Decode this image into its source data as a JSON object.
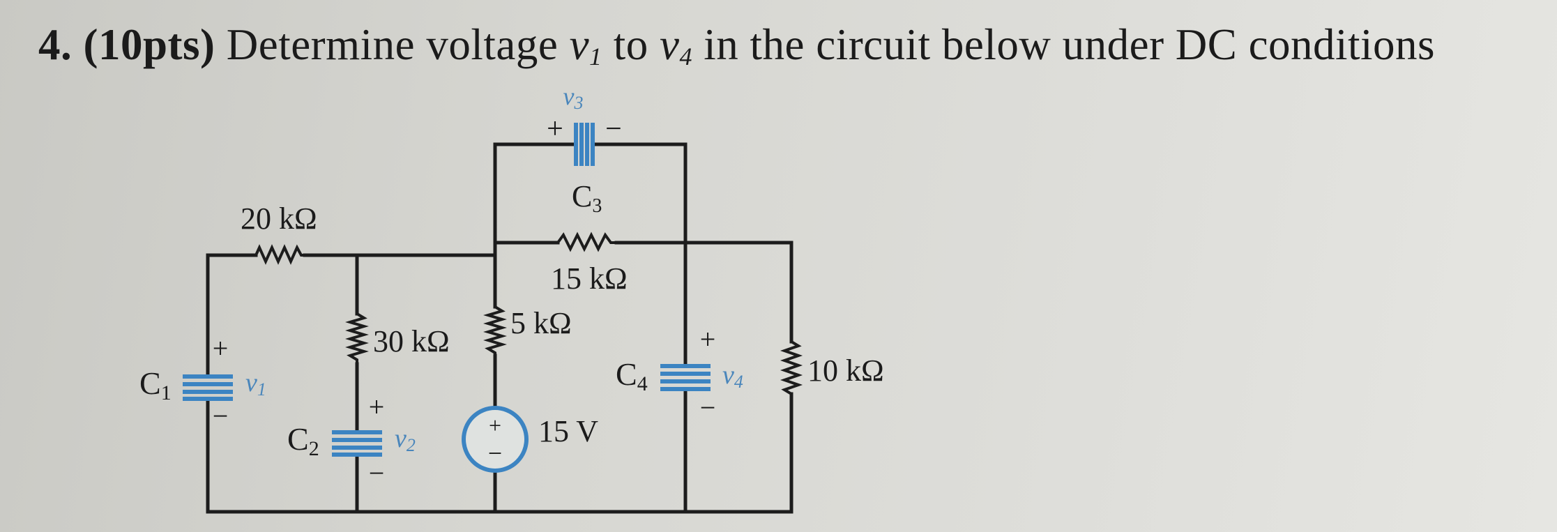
{
  "problem": {
    "number": "4.",
    "points": "(10pts)",
    "text_before": "Determine voltage",
    "v1_base": "v",
    "v1_sub": "1",
    "text_mid": "to",
    "v4_base": "v",
    "v4_sub": "4",
    "text_after": "in the circuit below under DC conditions"
  },
  "circuit": {
    "resistors": {
      "r20": "20 kΩ",
      "r30": "30 kΩ",
      "r5": "5 kΩ",
      "r15": "15 kΩ",
      "r10": "10 kΩ"
    },
    "source": {
      "label": "15 V",
      "plus": "+",
      "minus": "−"
    },
    "capacitors": {
      "c1": {
        "name": "C",
        "sub": "1",
        "voltage": "v",
        "vsub": "1",
        "plus": "+",
        "minus": "−"
      },
      "c2": {
        "name": "C",
        "sub": "2",
        "voltage": "v",
        "vsub": "2",
        "plus": "+",
        "minus": "−"
      },
      "c3": {
        "name": "C",
        "sub": "3",
        "voltage": "v",
        "vsub": "3",
        "plus": "+",
        "minus": "−"
      },
      "c4": {
        "name": "C",
        "sub": "4",
        "voltage": "v",
        "vsub": "4",
        "plus": "+",
        "minus": "−"
      }
    }
  },
  "colors": {
    "component_blue": "#3c84c2",
    "ink": "#1c1c1c"
  }
}
